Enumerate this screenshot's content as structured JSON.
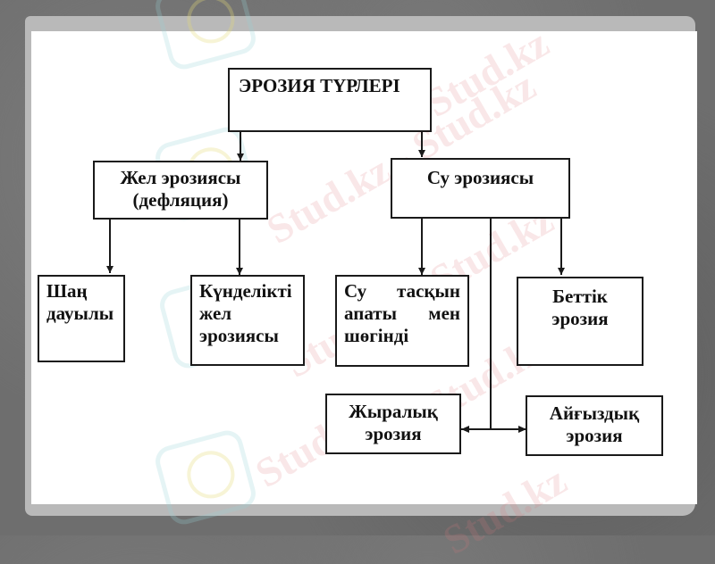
{
  "diagram": {
    "title": "ЭРОЗИЯ ТҮРЛЕРІ",
    "level1": [
      {
        "label_line1": "Жел эрозиясы",
        "label_line2": "(дефляция)"
      },
      {
        "label_line1": "Су эрозиясы"
      }
    ],
    "wind_children": [
      {
        "lines": [
          "Шаң",
          "дауылы"
        ]
      },
      {
        "lines": [
          "Күнделікті",
          "жел",
          "эрозиясы"
        ]
      }
    ],
    "water_children": [
      {
        "lines": [
          "Су тасқын",
          "апаты мен",
          "шөгінді"
        ]
      },
      {
        "lines": [
          "Беттік",
          "эрозия"
        ]
      },
      {
        "lines": [
          "Жыралық",
          "эрозия"
        ]
      },
      {
        "lines": [
          "Айғыздық",
          "эрозия"
        ]
      }
    ]
  },
  "watermark": {
    "text": "Stud.kz",
    "text_alt": "Stud.kz - Stud.kz"
  },
  "colors": {
    "border": "#1a1a1a",
    "paper": "#ffffff",
    "frame": "#6e6e6e",
    "watermark": "#dc7882"
  }
}
